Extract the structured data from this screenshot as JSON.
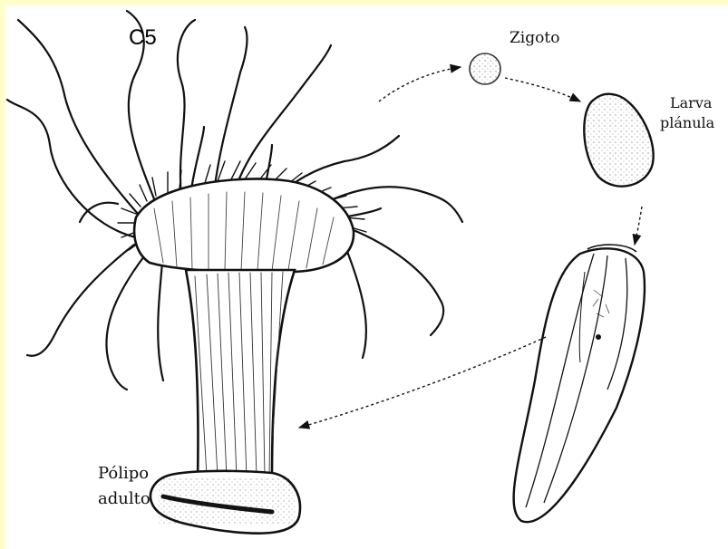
{
  "figure_id": "C5",
  "labels": {
    "zygote": "Zigoto",
    "larva_line1": "Larva",
    "larva_line2": "plánula",
    "polyp_line1": "Pólipo",
    "polyp_line2": "adulto"
  },
  "colors": {
    "frame": "#ffffcc",
    "background": "#ffffff",
    "ink": "#111111"
  }
}
